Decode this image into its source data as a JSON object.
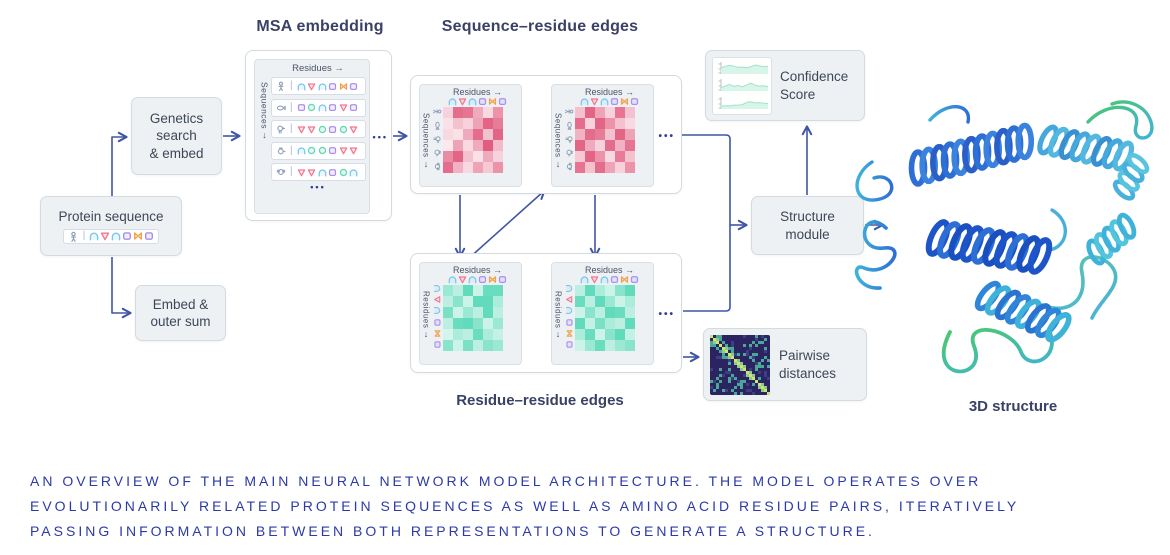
{
  "headers": {
    "msa_embedding": "MSA embedding",
    "sequence_residue_edges": "Sequence–residue edges",
    "residue_residue_edges": "Residue–residue edges",
    "structure_3d": "3D structure"
  },
  "boxes": {
    "protein_sequence": "Protein sequence",
    "genetics_search": "Genetics\nsearch\n& embed",
    "embed_outer_sum": "Embed &\nouter sum",
    "structure_module": "Structure\nmodule",
    "confidence_score": "Confidence\nScore",
    "pairwise_distances": "Pairwise\ndistances"
  },
  "axis_labels": {
    "residues": "Residues",
    "sequences": "Sequences",
    "right_arrow": "→",
    "down_arrow": "↓"
  },
  "ellipsis": "•••",
  "colors": {
    "arrow": "#3f55a5",
    "box_fill": "#eef1f4",
    "heat_red_deep": "#e0557a",
    "heat_red_light": "#fdf0f3",
    "heat_teal_deep": "#48d6b0",
    "heat_teal_light": "#edfaf6",
    "shape_blue": "#79c7ef",
    "shape_red": "#f2778f",
    "shape_purple": "#a98ff0",
    "shape_orange": "#f2a24c",
    "shape_green": "#5fd8b4",
    "pairwise_bg": "#2b2460",
    "pairwise_diag": "#cbe577",
    "caption_text": "#2c3aa8"
  },
  "sequence_shapes": {
    "residue_header": [
      "arch",
      "tri",
      "arch",
      "sq",
      "bow",
      "sq"
    ],
    "protein_row": {
      "species": "human",
      "seq": [
        "arch",
        "tri",
        "arch",
        "sq",
        "bow",
        "sq"
      ]
    },
    "msa_rows": [
      {
        "species": "human",
        "seq": [
          "arch",
          "tri",
          "arch",
          "sq",
          "bow",
          "sq"
        ]
      },
      {
        "species": "fish",
        "seq": [
          "sq",
          "circ",
          "arch",
          "sq",
          "tri",
          "sq"
        ]
      },
      {
        "species": "bird",
        "seq": [
          "tri",
          "tri",
          "circ",
          "sq",
          "circ",
          "tri"
        ]
      },
      {
        "species": "rooster",
        "seq": [
          "arch",
          "circ",
          "circ",
          "sq",
          "tri",
          "tri"
        ]
      },
      {
        "species": "monkey",
        "seq": [
          "tri",
          "tri",
          "arch",
          "sq",
          "circ",
          "arch"
        ]
      }
    ],
    "species_column": [
      "human",
      "fish",
      "bird",
      "rooster",
      "monkey"
    ]
  },
  "matrices": {
    "seq_res_1": [
      [
        0.2,
        0.85,
        0.8,
        0.45,
        0.15,
        0.6
      ],
      [
        0.1,
        0.3,
        0.2,
        0.5,
        0.9,
        0.75
      ],
      [
        0.15,
        0.1,
        0.45,
        0.85,
        0.3,
        0.9
      ],
      [
        0.05,
        0.5,
        0.15,
        0.45,
        0.95,
        0.35
      ],
      [
        0.65,
        0.9,
        0.3,
        0.1,
        0.45,
        0.2
      ],
      [
        0.85,
        0.4,
        0.15,
        0.5,
        0.25,
        0.6
      ]
    ],
    "seq_res_2": [
      [
        0.3,
        0.9,
        0.5,
        0.2,
        0.8,
        0.3
      ],
      [
        0.85,
        0.2,
        0.9,
        0.6,
        0.3,
        0.15
      ],
      [
        0.4,
        0.85,
        0.75,
        0.3,
        0.9,
        0.5
      ],
      [
        0.9,
        0.45,
        0.2,
        0.85,
        0.4,
        0.8
      ],
      [
        0.25,
        0.9,
        0.6,
        0.15,
        0.75,
        0.3
      ],
      [
        0.8,
        0.3,
        0.85,
        0.5,
        0.2,
        0.6
      ]
    ],
    "res_res_1": [
      [
        0.5,
        0.3,
        0.85,
        0.2,
        0.8,
        0.8
      ],
      [
        0.3,
        0.6,
        0.2,
        0.85,
        0.85,
        0.4
      ],
      [
        0.7,
        0.2,
        0.5,
        0.3,
        0.85,
        0.3
      ],
      [
        0.3,
        0.8,
        0.85,
        0.6,
        0.2,
        0.5
      ],
      [
        0.15,
        0.4,
        0.3,
        0.8,
        0.4,
        0.25
      ],
      [
        0.6,
        0.2,
        0.7,
        0.3,
        0.6,
        0.5
      ]
    ],
    "res_res_2": [
      [
        0.3,
        0.85,
        0.4,
        0.2,
        0.6,
        0.85
      ],
      [
        0.8,
        0.3,
        0.85,
        0.5,
        0.2,
        0.4
      ],
      [
        0.2,
        0.6,
        0.3,
        0.85,
        0.8,
        0.3
      ],
      [
        0.85,
        0.25,
        0.7,
        0.4,
        0.3,
        0.85
      ],
      [
        0.4,
        0.8,
        0.2,
        0.6,
        0.85,
        0.25
      ],
      [
        0.2,
        0.5,
        0.8,
        0.3,
        0.5,
        0.6
      ]
    ]
  },
  "confidence_charts": [
    [
      0.55,
      0.7,
      0.78,
      0.72,
      0.6,
      0.62,
      0.58,
      0.66,
      0.82,
      0.74,
      0.68,
      0.7
    ],
    [
      0.3,
      0.45,
      0.6,
      0.42,
      0.5,
      0.38,
      0.55,
      0.72,
      0.52,
      0.44,
      0.48,
      0.4
    ],
    [
      0.25,
      0.3,
      0.28,
      0.35,
      0.35,
      0.4,
      0.6,
      0.66,
      0.55,
      0.58,
      0.52,
      0.5
    ]
  ],
  "caption": "AN OVERVIEW OF THE MAIN NEURAL NETWORK MODEL ARCHITECTURE. THE MODEL OPERATES OVER EVOLUTIONARILY RELATED PROTEIN SEQUENCES AS WELL AS AMINO ACID RESIDUE PAIRS, ITERATIVELY PASSING INFORMATION BETWEEN BOTH REPRESENTATIONS TO GENERATE A STRUCTURE."
}
